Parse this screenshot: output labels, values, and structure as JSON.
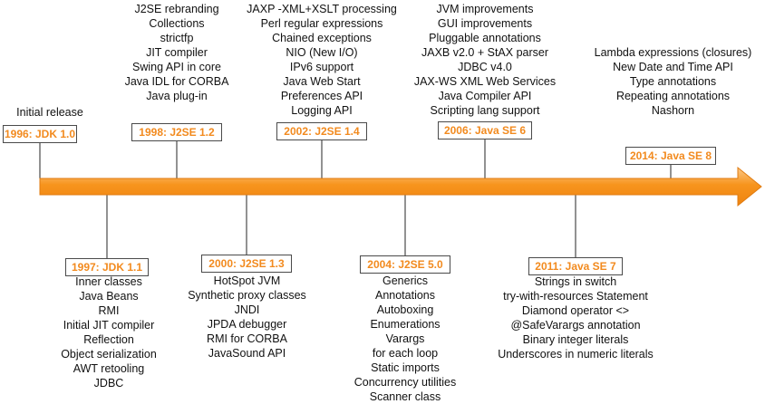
{
  "colors": {
    "arrow_fill": "#f7941d",
    "arrow_highlight": "#fbc98a",
    "arrow_outline": "#e07b10",
    "release_label": "#f28a1e",
    "connector": "#4a4a4a"
  },
  "releases": [
    {
      "id": "jdk-1-0",
      "label": "1996: JDK 1.0",
      "position": "above",
      "features": [
        "Initial release"
      ]
    },
    {
      "id": "jdk-1-1",
      "label": "1997: JDK 1.1",
      "position": "below",
      "features": [
        "Inner classes",
        "Java Beans",
        "RMI",
        "Initial JIT compiler",
        "Reflection",
        "Object serialization",
        "AWT retooling",
        "JDBC"
      ]
    },
    {
      "id": "j2se-1-2",
      "label": "1998: J2SE 1.2",
      "position": "above",
      "features": [
        "J2SE rebranding",
        "Collections",
        "strictfp",
        "JIT compiler",
        "Swing API in core",
        "Java IDL for CORBA",
        "Java plug-in"
      ]
    },
    {
      "id": "j2se-1-3",
      "label": "2000: J2SE 1.3",
      "position": "below",
      "features": [
        "HotSpot JVM",
        "Synthetic proxy classes",
        "JNDI",
        "JPDA debugger",
        "RMI for CORBA",
        "JavaSound API"
      ]
    },
    {
      "id": "j2se-1-4",
      "label": "2002: J2SE 1.4",
      "position": "above",
      "features": [
        "JAXP -XML+XSLT processing",
        "Perl regular expressions",
        "Chained exceptions",
        "NIO (New I/O)",
        "IPv6 support",
        "Java Web Start",
        "Preferences API",
        "Logging API"
      ]
    },
    {
      "id": "j2se-5-0",
      "label": "2004: J2SE 5.0",
      "position": "below",
      "features": [
        "Generics",
        "Annotations",
        "Autoboxing",
        "Enumerations",
        "Varargs",
        "for each loop",
        "Static imports",
        "Concurrency utilities",
        "Scanner class"
      ]
    },
    {
      "id": "java-se-6",
      "label": "2006: Java SE 6",
      "position": "above",
      "features": [
        "JVM improvements",
        "GUI improvements",
        "Pluggable annotations",
        "JAXB v2.0 + StAX parser",
        "JDBC v4.0",
        "JAX-WS XML Web Services",
        "Java Compiler API",
        "Scripting lang support"
      ]
    },
    {
      "id": "java-se-7",
      "label": "2011: Java SE 7",
      "position": "below",
      "features": [
        "Strings in switch",
        "try-with-resources Statement",
        "Diamond operator <>",
        "@SafeVarargs annotation",
        "Binary integer literals",
        "Underscores in numeric literals"
      ]
    },
    {
      "id": "java-se-8",
      "label": "2014: Java SE 8",
      "position": "above",
      "features": [
        "Lambda expressions (closures)",
        "New Date and Time API",
        "Type annotations",
        "Repeating annotations",
        "Nashorn"
      ]
    }
  ]
}
